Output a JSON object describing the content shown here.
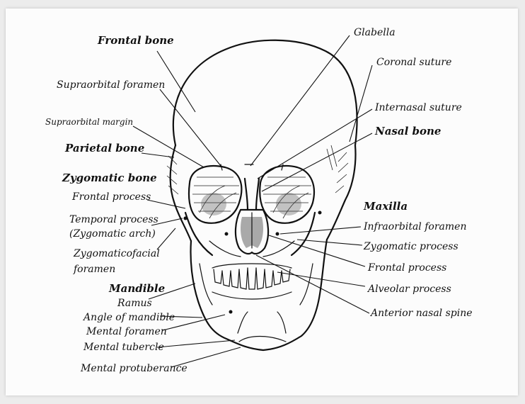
{
  "labels": {
    "frontal_bone": "Frontal bone",
    "supraorbital_foramen": "Supraorbital foramen",
    "supraorbital_margin": "Supraorbital margin",
    "parietal_bone": "Parietal bone",
    "zygomatic_bone": "Zygomatic bone",
    "zyg_frontal_process": "Frontal process",
    "temporal_process": "Temporal process",
    "zygomatic_arch": "(Zygomatic arch)",
    "zygomaticofacial_1": "Zygomaticofacial",
    "zygomaticofacial_2": "foramen",
    "mandible": "Mandible",
    "ramus": "Ramus",
    "angle_of_mandible": "Angle of mandible",
    "mental_foramen": "Mental foramen",
    "mental_tubercle": "Mental tubercle",
    "mental_protuberance": "Mental protuberance",
    "glabella": "Glabella",
    "coronal_suture": "Coronal suture",
    "internasal_suture": "Internasal suture",
    "nasal_bone": "Nasal bone",
    "maxilla": "Maxilla",
    "infraorbital_foramen": "Infraorbital foramen",
    "zygomatic_process": "Zygomatic process",
    "max_frontal_process": "Frontal process",
    "alveolar_process": "Alveolar process",
    "anterior_nasal_spine": "Anterior nasal spine"
  }
}
